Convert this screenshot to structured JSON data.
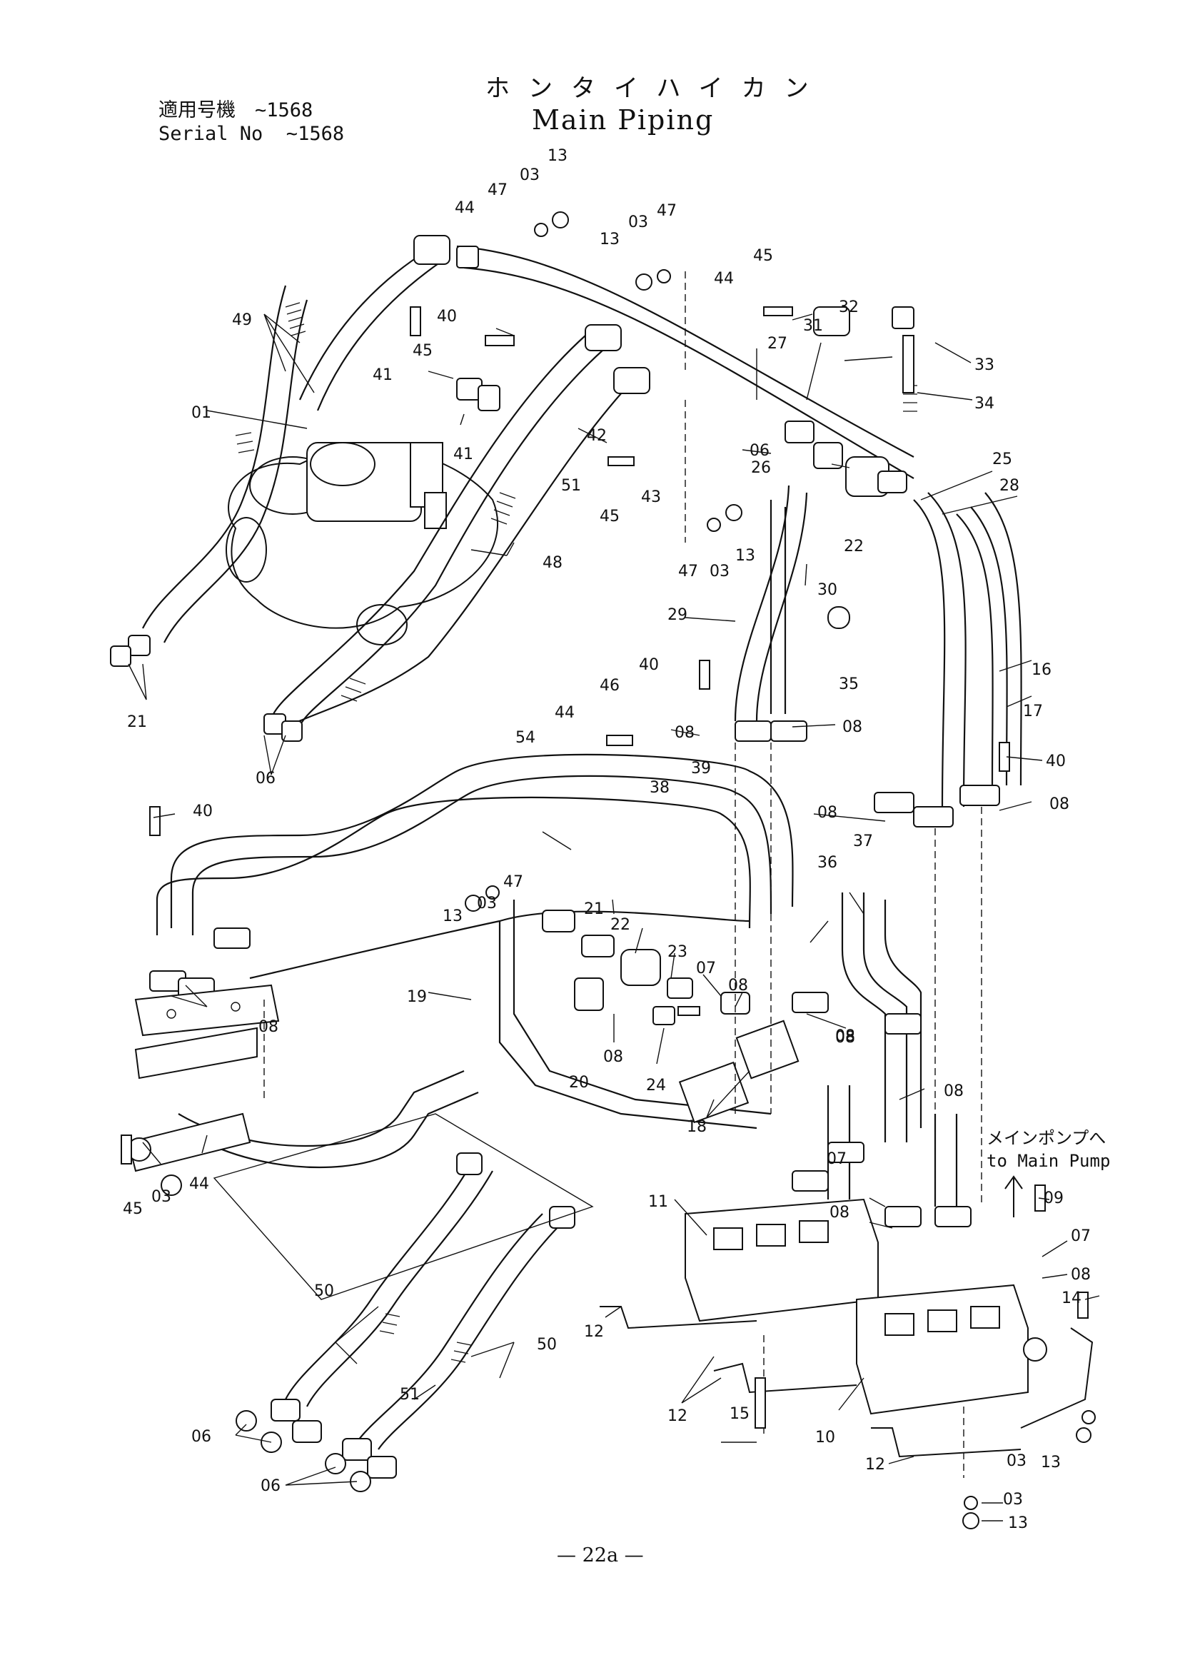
{
  "header": {
    "serial_line1": "適用号機　~1568",
    "serial_line2": "Serial No  ~1568",
    "title_jp": "ホンタイハイカン",
    "title_en": "Main Piping"
  },
  "pump_note": {
    "line1": "メインポンプへ",
    "line2": "to Main Pump"
  },
  "footer": {
    "page_number": "— 22a —"
  },
  "callouts": [
    "01",
    "03",
    "03",
    "03",
    "03",
    "03",
    "03",
    "03",
    "06",
    "06",
    "06",
    "06",
    "07",
    "07",
    "07",
    "08",
    "08",
    "08",
    "08",
    "08",
    "08",
    "08",
    "08",
    "08",
    "08",
    "08",
    "08",
    "09",
    "10",
    "11",
    "12",
    "12",
    "12",
    "13",
    "13",
    "13",
    "13",
    "13",
    "13",
    "14",
    "15",
    "16",
    "17",
    "18",
    "19",
    "20",
    "21",
    "21",
    "22",
    "22",
    "23",
    "24",
    "25",
    "26",
    "27",
    "28",
    "29",
    "30",
    "31",
    "32",
    "33",
    "34",
    "35",
    "36",
    "37",
    "38",
    "39",
    "40",
    "40",
    "40",
    "40",
    "41",
    "41",
    "42",
    "43",
    "44",
    "44",
    "44",
    "44",
    "45",
    "45",
    "45",
    "45",
    "46",
    "47",
    "47",
    "47",
    "47",
    "48",
    "49",
    "50",
    "50",
    "51",
    "51",
    "54"
  ]
}
